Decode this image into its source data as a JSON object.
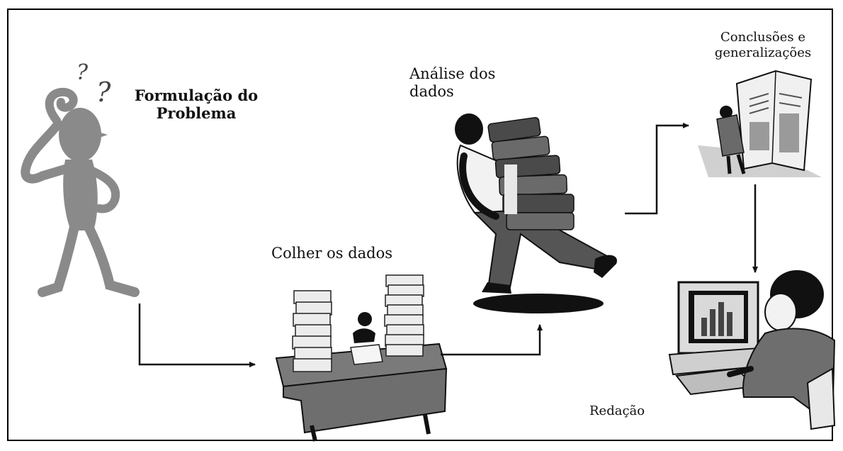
{
  "steps": {
    "problem": {
      "line1": "Formulação do",
      "line2": "Problema",
      "icon": "thinking-person-icon"
    },
    "collect": {
      "label": "Colher os dados",
      "icon": "desk-with-paper-stacks-icon"
    },
    "analysis": {
      "line1": "Análise dos",
      "line2": "dados",
      "icon": "man-carrying-books-icon"
    },
    "conclusion": {
      "line1": "Conclusões e",
      "line2": "generalizações",
      "icon": "man-reading-newspaper-icon"
    },
    "writing": {
      "label": "Redação",
      "icon": "woman-at-computer-icon"
    }
  },
  "colors": {
    "ink": "#111111",
    "figure": "#8a8a8a",
    "mid": "#6e6e6e",
    "light": "#d9d9d9"
  }
}
